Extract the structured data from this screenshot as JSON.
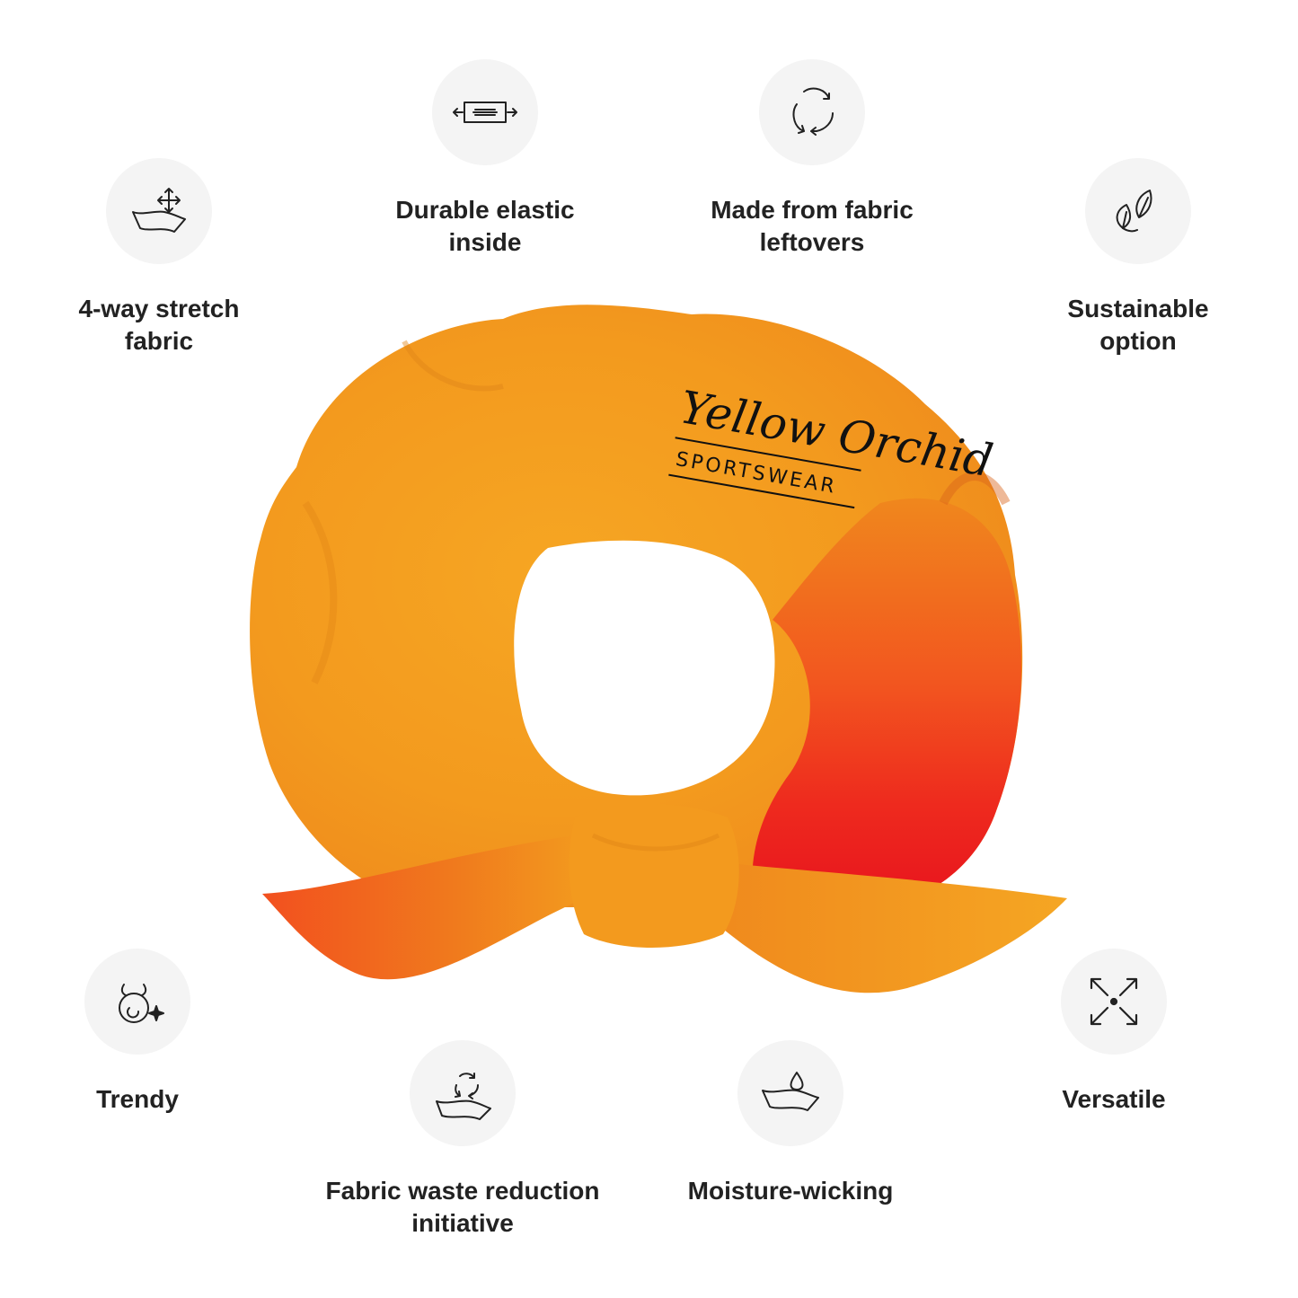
{
  "features": {
    "stretch": {
      "label": "4-way stretch\nfabric",
      "icon": "stretch-fabric-icon"
    },
    "elastic": {
      "label": "Durable elastic\ninside",
      "icon": "elastic-icon"
    },
    "leftovers": {
      "label": "Made from fabric\nleftovers",
      "icon": "recycle-icon"
    },
    "sustainable": {
      "label": "Sustainable\noption",
      "icon": "leaf-icon"
    },
    "trendy": {
      "label": "Trendy",
      "icon": "trendy-icon"
    },
    "waste": {
      "label": "Fabric waste reduction\ninitiative",
      "icon": "fabric-recycle-icon"
    },
    "moisture": {
      "label": "Moisture-wicking",
      "icon": "water-drop-icon"
    },
    "versatile": {
      "label": "Versatile",
      "icon": "expand-arrows-icon"
    }
  },
  "product": {
    "brand_script": "Yellow Orchid",
    "brand_sub": "SPORTSWEAR",
    "colors": {
      "orange": "#f39a1e",
      "deep_orange": "#f2561f",
      "red": "#e8141e"
    }
  }
}
